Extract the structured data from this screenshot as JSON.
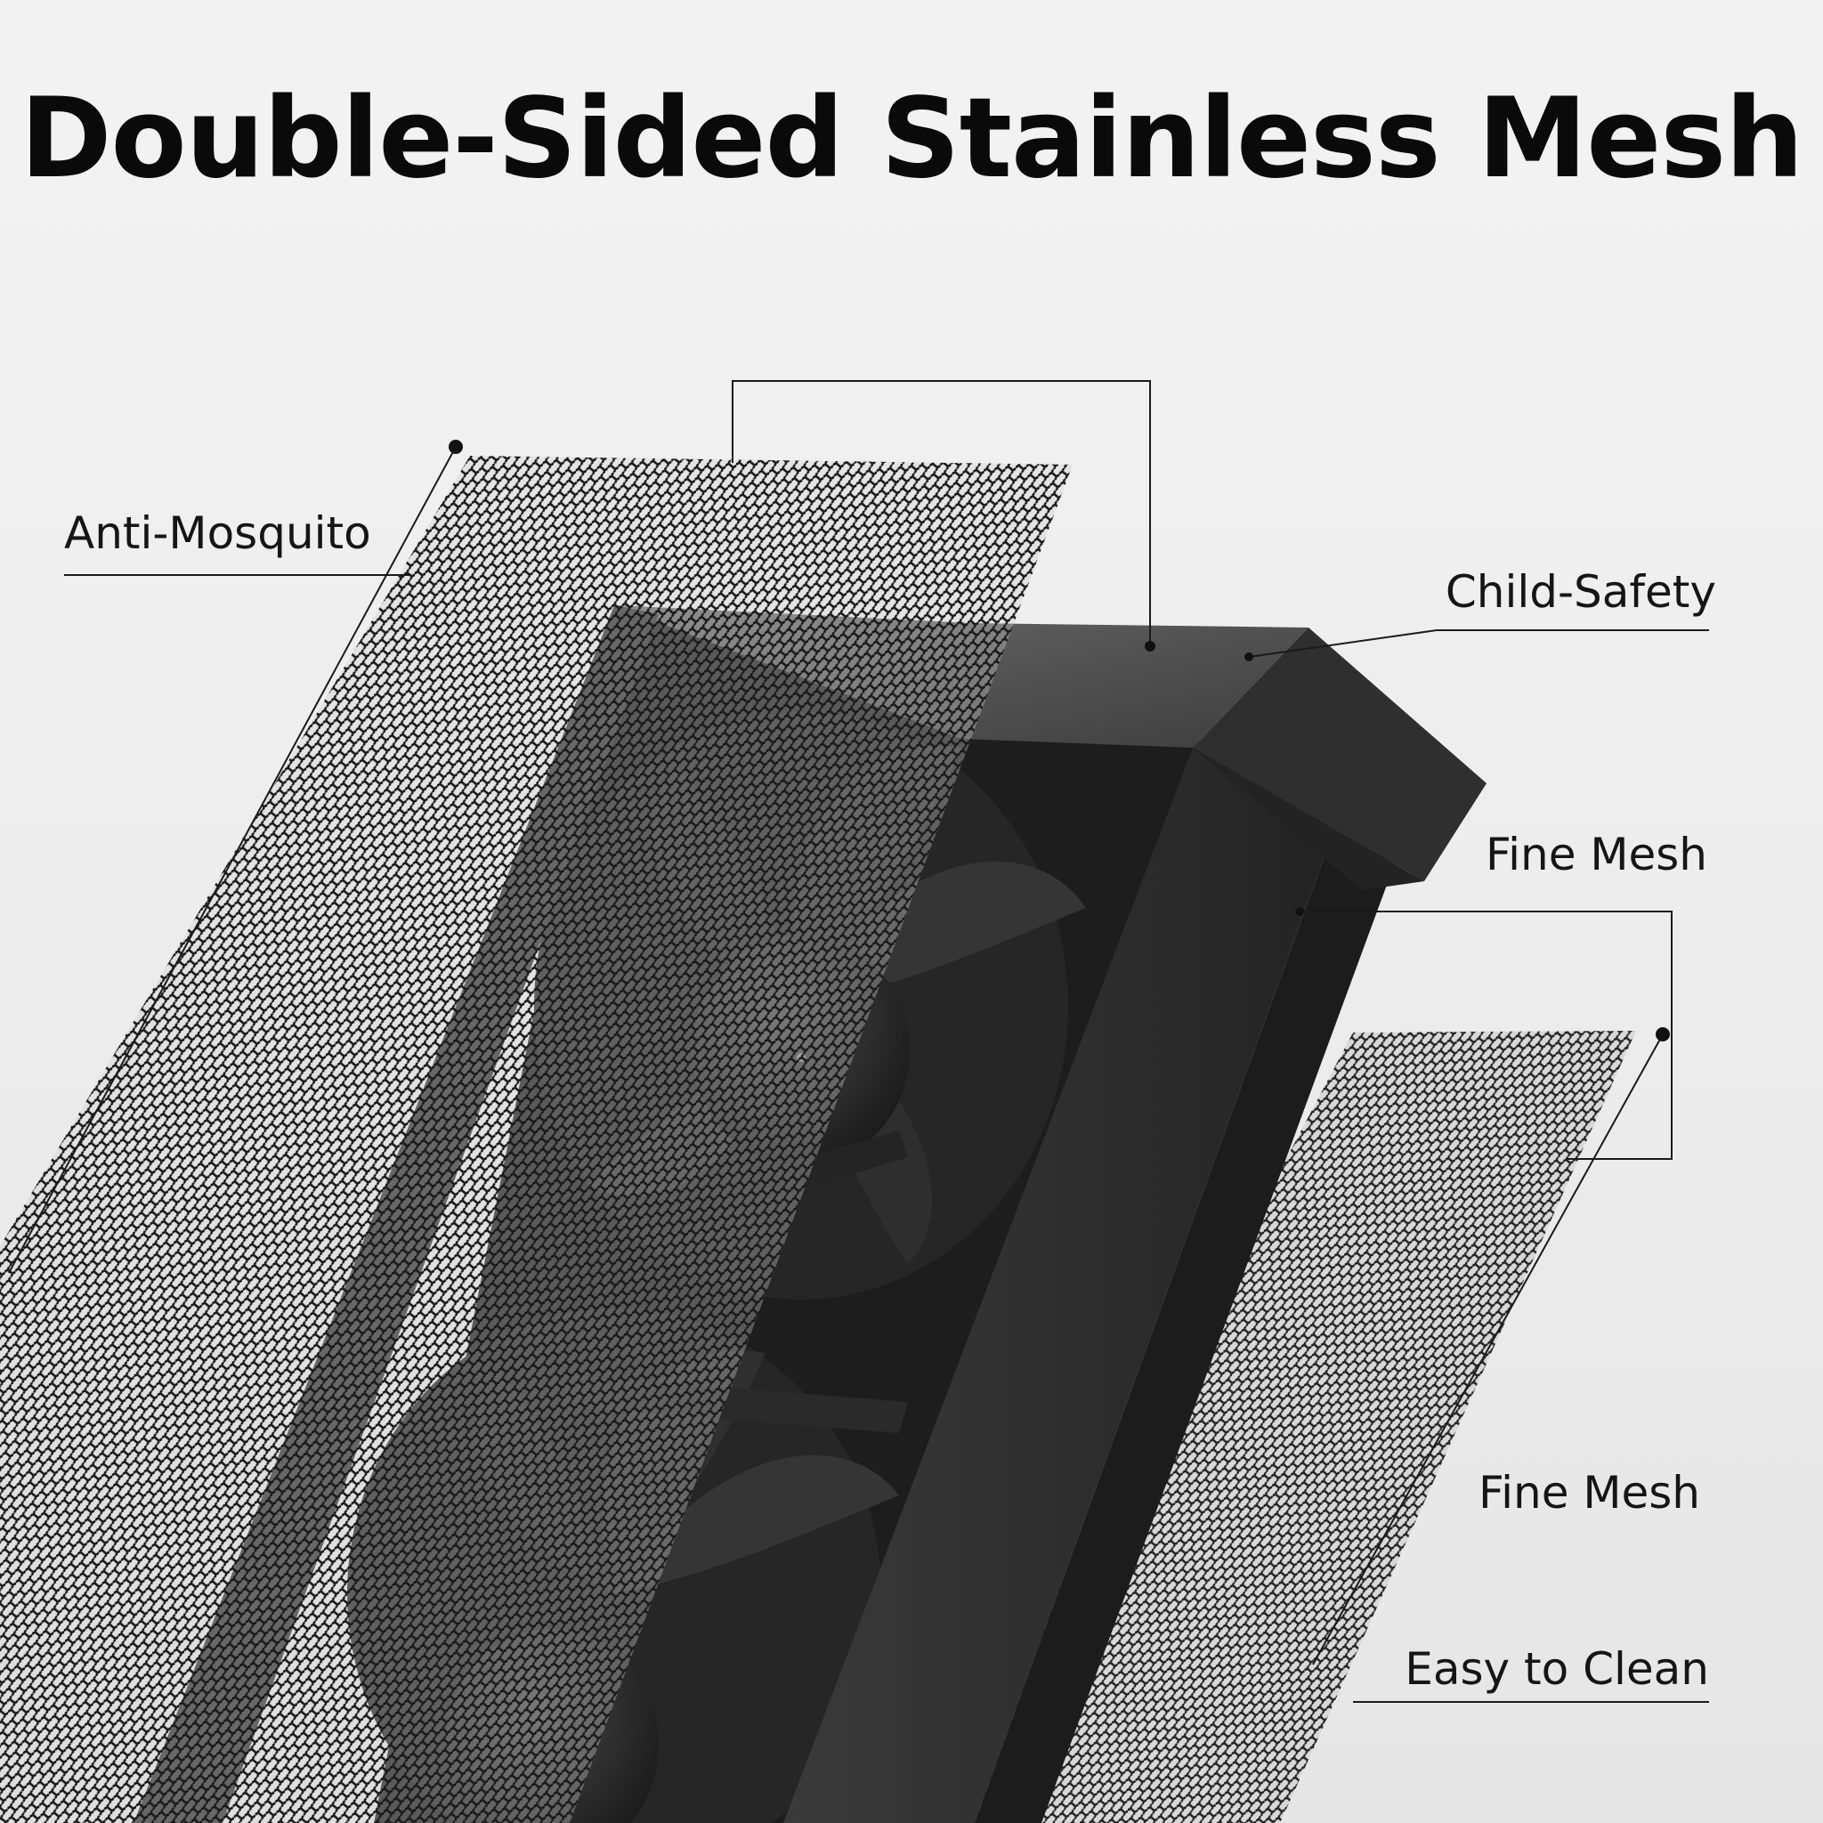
{
  "title": "Double-Sided Stainless Mesh",
  "callouts": {
    "anti_mosquito": "Anti-Mosquito",
    "child_safety": "Child-Safety",
    "fine_mesh_top": "Fine Mesh",
    "fine_mesh_bottom": "Fine Mesh",
    "easy_to_clean": "Easy to Clean"
  },
  "colors": {
    "background": "#efefef",
    "frame_dark": "#2d2d2d",
    "frame_light": "#444444",
    "mesh": "#1e1e1e",
    "text": "#151515"
  }
}
